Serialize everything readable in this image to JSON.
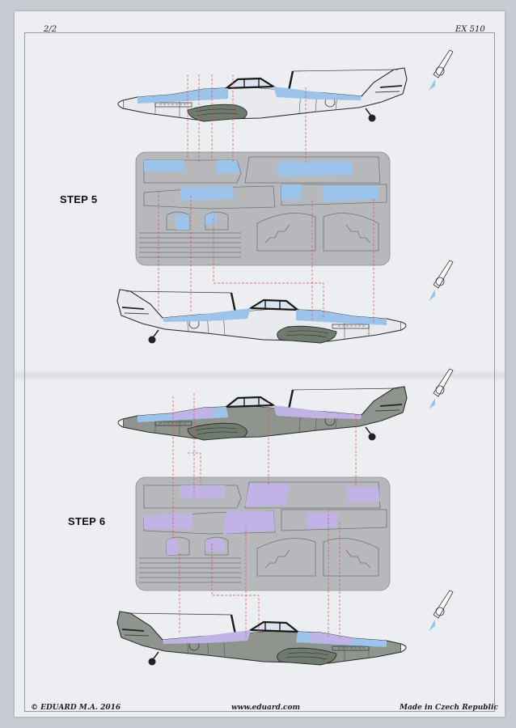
{
  "header": {
    "page": "2/2",
    "code": "EX 510"
  },
  "steps": [
    {
      "label": "STEP 5",
      "mask_color": "#9cc3ea"
    },
    {
      "label": "STEP 6",
      "mask_color": "#c2b3e6"
    }
  ],
  "colors": {
    "sheet_grey": "#b6b8bc",
    "aircraft_grey": "#8f958e",
    "aircraft_light": "#e8eaee",
    "leader_red": "#e05050",
    "pen_blue": "#8fc3ea"
  },
  "footer": {
    "copyright": "© EDUARD  M.A. 2016",
    "website": "www.eduard.com",
    "origin": "Made in Czech Republic"
  }
}
